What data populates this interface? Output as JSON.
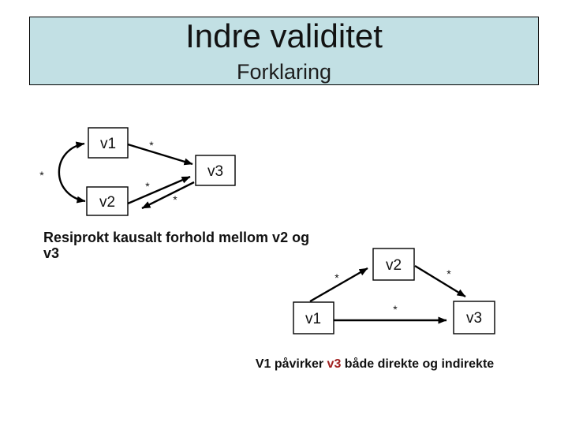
{
  "slide": {
    "title": "Indre validitet",
    "subtitle": "Forklaring"
  },
  "colors": {
    "title_bg": "#c2e0e4",
    "line": "#000000",
    "highlight": "#a02020"
  },
  "symbols": {
    "path_coefficient": "*"
  },
  "diagram1": {
    "description": "reciprocal-causation-model",
    "boxes": [
      {
        "label": "v1"
      },
      {
        "label": "v2"
      },
      {
        "label": "v3"
      }
    ],
    "caption_lines": [
      "Resiprokt kausalt forhold mellom v2 og",
      "v3"
    ]
  },
  "diagram2": {
    "description": "direct-and-indirect-effect-model",
    "boxes": [
      {
        "label": "v2"
      },
      {
        "label": "v1"
      },
      {
        "label": "v3"
      }
    ]
  },
  "footer": {
    "prefix": "V1 påvirker ",
    "highlight": "v3",
    "suffix": " både direkte og indirekte"
  }
}
